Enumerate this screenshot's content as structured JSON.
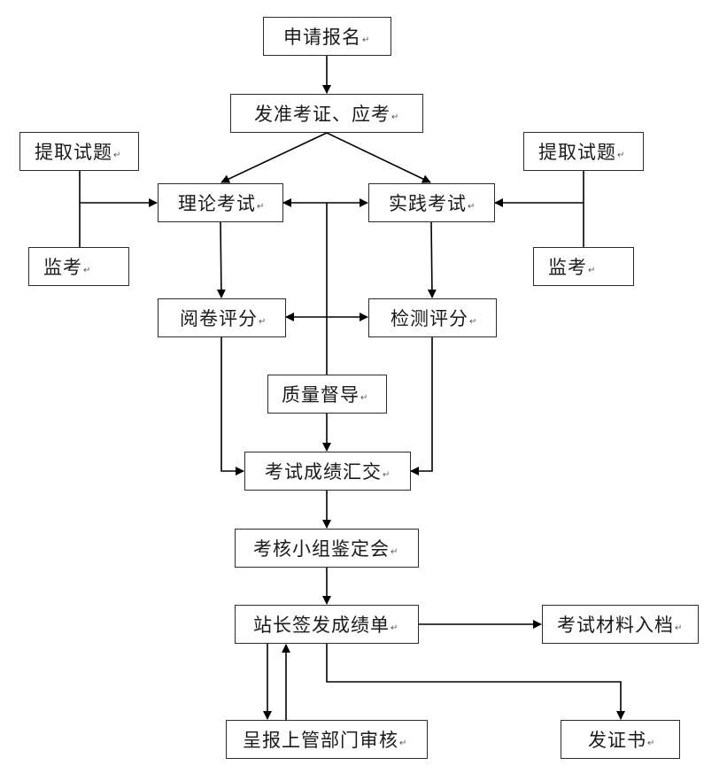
{
  "diagram": {
    "type": "flowchart",
    "paragraph_mark": "↵",
    "nodes": {
      "apply": "申请报名",
      "admission": "发准考证、应考",
      "fetch_left": "提取试题",
      "theory": "理论考试",
      "practice": "实践考试",
      "fetch_right": "提取试题",
      "invigilate_left": "监考",
      "invigilate_right": "监考",
      "grading": "阅卷评分",
      "testing": "检测评分",
      "supervision": "质量督导",
      "summary": "考试成绩汇交",
      "committee": "考核小组鉴定会",
      "sign": "站长签发成绩单",
      "archive": "考试材料入档",
      "report": "呈报上管部门审核",
      "certificate": "发证书"
    },
    "edges": [
      {
        "from": "申请报名",
        "to": "发准考证、应考"
      },
      {
        "from": "发准考证、应考",
        "to": "理论考试"
      },
      {
        "from": "发准考证、应考",
        "to": "实践考试"
      },
      {
        "from": "提取试题 / 监考 (left)",
        "to": "理论考试"
      },
      {
        "from": "提取试题 / 监考 (right)",
        "to": "实践考试"
      },
      {
        "from": "质量督导",
        "to": "理论考试"
      },
      {
        "from": "质量督导",
        "to": "实践考试"
      },
      {
        "from": "质量督导",
        "to": "阅卷评分"
      },
      {
        "from": "质量督导",
        "to": "检测评分"
      },
      {
        "from": "理论考试",
        "to": "阅卷评分"
      },
      {
        "from": "实践考试",
        "to": "检测评分"
      },
      {
        "from": "阅卷评分",
        "to": "考试成绩汇交"
      },
      {
        "from": "检测评分",
        "to": "考试成绩汇交"
      },
      {
        "from": "质量督导",
        "to": "考试成绩汇交"
      },
      {
        "from": "考试成绩汇交",
        "to": "考核小组鉴定会"
      },
      {
        "from": "考核小组鉴定会",
        "to": "站长签发成绩单"
      },
      {
        "from": "站长签发成绩单",
        "to": "考试材料入档"
      },
      {
        "from": "站长签发成绩单",
        "to": "发证书"
      },
      {
        "from": "站长签发成绩单",
        "to": "呈报上管部门审核"
      },
      {
        "from": "呈报上管部门审核",
        "to": "站长签发成绩单"
      }
    ]
  }
}
